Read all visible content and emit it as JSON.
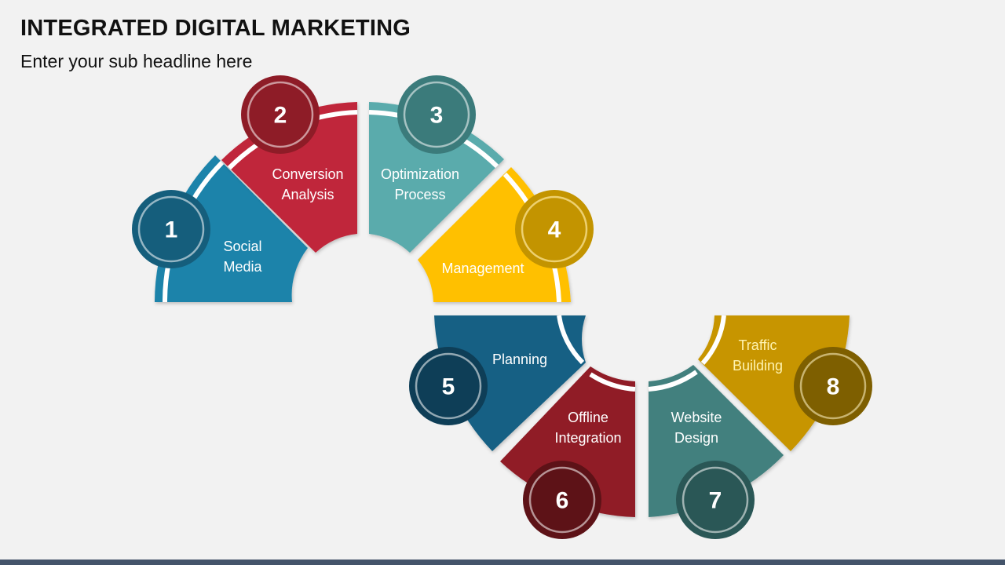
{
  "header": {
    "title": "INTEGRATED DIGITAL MARKETING",
    "subtitle": "Enter your sub headline here"
  },
  "steps": [
    {
      "number": "1",
      "line1": "Social",
      "line2": "Media",
      "color": "#1f83aa",
      "badge": "#155e7c",
      "text_color": "#ffffff"
    },
    {
      "number": "2",
      "line1": "Conversion",
      "line2": "Analysis",
      "color": "#c0283a",
      "badge": "#8e1c27",
      "text_color": "#ffffff"
    },
    {
      "number": "3",
      "line1": "Optimization",
      "line2": "Process",
      "color": "#5aabac",
      "badge": "#3b7b7b",
      "text_color": "#ffffff"
    },
    {
      "number": "4",
      "line1": "Management",
      "line2": "",
      "color": "#ffc000",
      "badge": "#c39400",
      "text_color": "#ffffff"
    },
    {
      "number": "5",
      "line1": "Planning",
      "line2": "",
      "color": "#176184",
      "badge": "#0e3e57",
      "text_color": "#ffffff"
    },
    {
      "number": "6",
      "line1": "Offline",
      "line2": "Integration",
      "color": "#901e28",
      "badge": "#5d1217",
      "text_color": "#ffffff"
    },
    {
      "number": "7",
      "line1": "Website",
      "line2": "Design",
      "color": "#42807e",
      "badge": "#2a5756",
      "text_color": "#ffffff"
    },
    {
      "number": "8",
      "line1": "Traffic",
      "line2": "Building",
      "color": "#c79500",
      "badge": "#7e5f00",
      "text_color": "#fff3b0"
    }
  ],
  "footer": {
    "bar_color": "#44546a"
  }
}
